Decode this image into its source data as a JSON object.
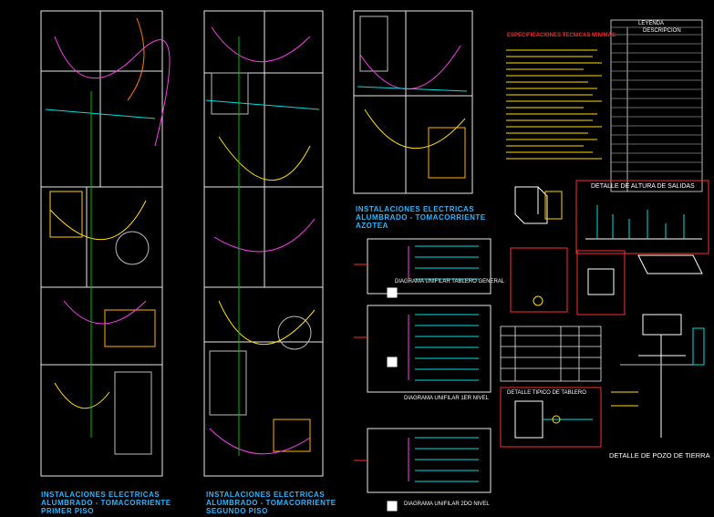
{
  "plans": [
    {
      "line1": "INSTALACIONES ELECTRICAS",
      "line2": "ALUMBRADO - TOMACORRIENTE",
      "line3": "PRIMER PISO"
    },
    {
      "line1": "INSTALACIONES ELECTRICAS",
      "line2": "ALUMBRADO - TOMACORRIENTE",
      "line3": "SEGUNDO PISO"
    },
    {
      "line1": "INSTALACIONES ELECTRICAS",
      "line2": "ALUMBRADO - TOMACORRIENTE",
      "line3": "AZOTEA"
    }
  ],
  "diagrams": {
    "general": "DIAGRAMA UNIFILAR TABLERO GENERAL",
    "first": "DIAGRAMA UNIFILAR 1ER NIVEL",
    "second": "DIAGRAMA UNIFILAR 2DO NIVEL"
  },
  "specs_title": "ESPECIFICACIONES TECNICAS MINIMAS",
  "legend": {
    "title": "LEYENDA",
    "header": "DESCRIPCION"
  },
  "details": {
    "heights": "DETALLE DE ALTURA DE SALIDAS",
    "tablero": "DETALLE TIPICO DE TABLERO",
    "pozo": "DETALLE DE POZO DE TIERRA"
  },
  "colors": {
    "accent": "#29b6ff",
    "frame": "#ff2b2b",
    "lines": "#ffffff"
  }
}
